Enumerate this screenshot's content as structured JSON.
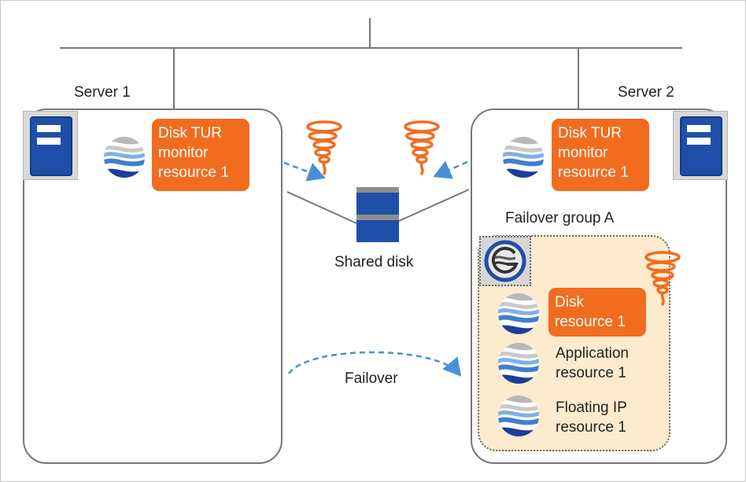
{
  "server1": {
    "label": "Server 1",
    "monitor": [
      "Disk TUR",
      "monitor",
      "resource 1"
    ]
  },
  "server2": {
    "label": "Server 2",
    "monitor": [
      "Disk TUR",
      "monitor",
      "resource 1"
    ]
  },
  "shared_disk": {
    "label": "Shared disk"
  },
  "failover": {
    "label": "Failover"
  },
  "group": {
    "title": "Failover group A",
    "resources": [
      {
        "lines": [
          "Disk",
          "resource 1"
        ],
        "highlight": true
      },
      {
        "lines": [
          "Application",
          "resource 1"
        ],
        "highlight": false
      },
      {
        "lines": [
          "Floating IP",
          "resource 1"
        ],
        "highlight": false
      }
    ]
  },
  "icons": {
    "server": "server-icon",
    "resource": "resource-wave-icon",
    "group": "group-g-icon",
    "fault": "tornado-icon",
    "disk": "disk-stack-icon"
  },
  "colors": {
    "highlight": "#f26c1f",
    "group_fill": "#fdebcd",
    "server_blue": "#1f4fa8",
    "arrow": "#4a8fd6",
    "fault": "#f26c1f"
  }
}
